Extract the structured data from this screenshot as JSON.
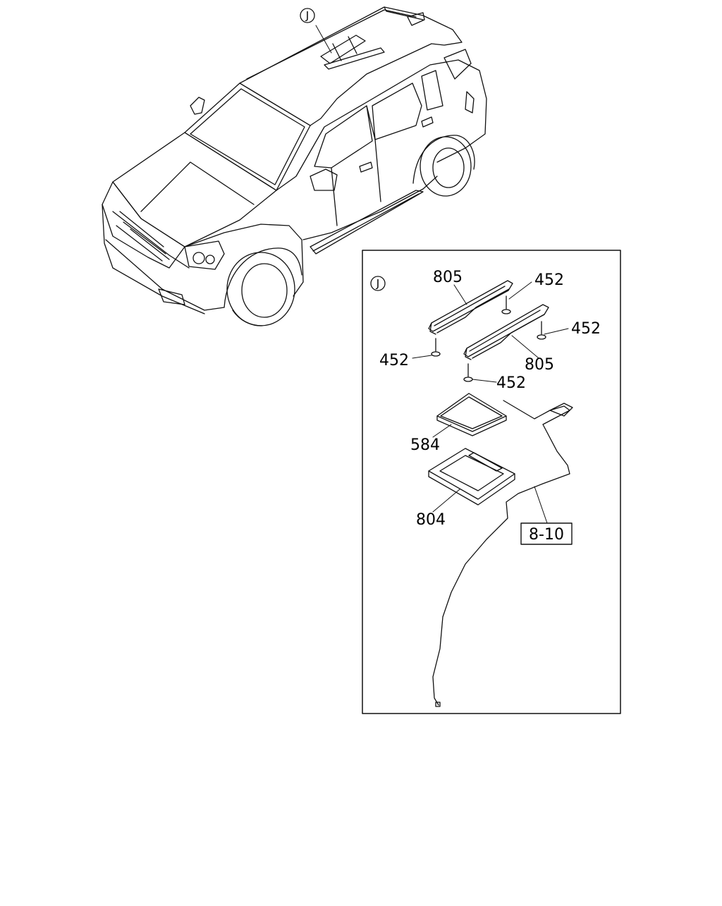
{
  "overview": {
    "view_marker": "J"
  },
  "detail": {
    "view_marker": "J",
    "callouts": {
      "bracket_upper": "805",
      "bracket_lower": "805",
      "bolt_upper_right": "452",
      "bolt_right": "452",
      "bolt_left": "452",
      "bolt_bottom": "452",
      "module": "584",
      "bezel": "804"
    },
    "reference": "8-10"
  }
}
